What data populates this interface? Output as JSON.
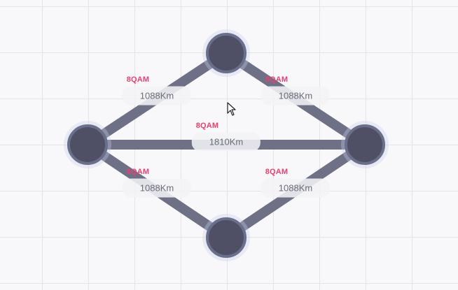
{
  "graph": {
    "node_color": "#4f5065",
    "edge_color": "#6e7186",
    "tag_color": "#e8406f",
    "nodes": [
      {
        "id": "top"
      },
      {
        "id": "left"
      },
      {
        "id": "right"
      },
      {
        "id": "bottom"
      }
    ],
    "edges": [
      {
        "id": "top-left",
        "from": "top",
        "to": "left",
        "tag": "8QAM",
        "distance": "1088Km"
      },
      {
        "id": "top-right",
        "from": "top",
        "to": "right",
        "tag": "8QAM",
        "distance": "1088Km"
      },
      {
        "id": "left-right",
        "from": "left",
        "to": "right",
        "tag": "8QAM",
        "distance": "1810Km"
      },
      {
        "id": "left-bottom",
        "from": "left",
        "to": "bottom",
        "tag": "8QAM",
        "distance": "1088Km"
      },
      {
        "id": "right-bottom",
        "from": "right",
        "to": "bottom",
        "tag": "8QAM",
        "distance": "1088Km"
      }
    ]
  }
}
